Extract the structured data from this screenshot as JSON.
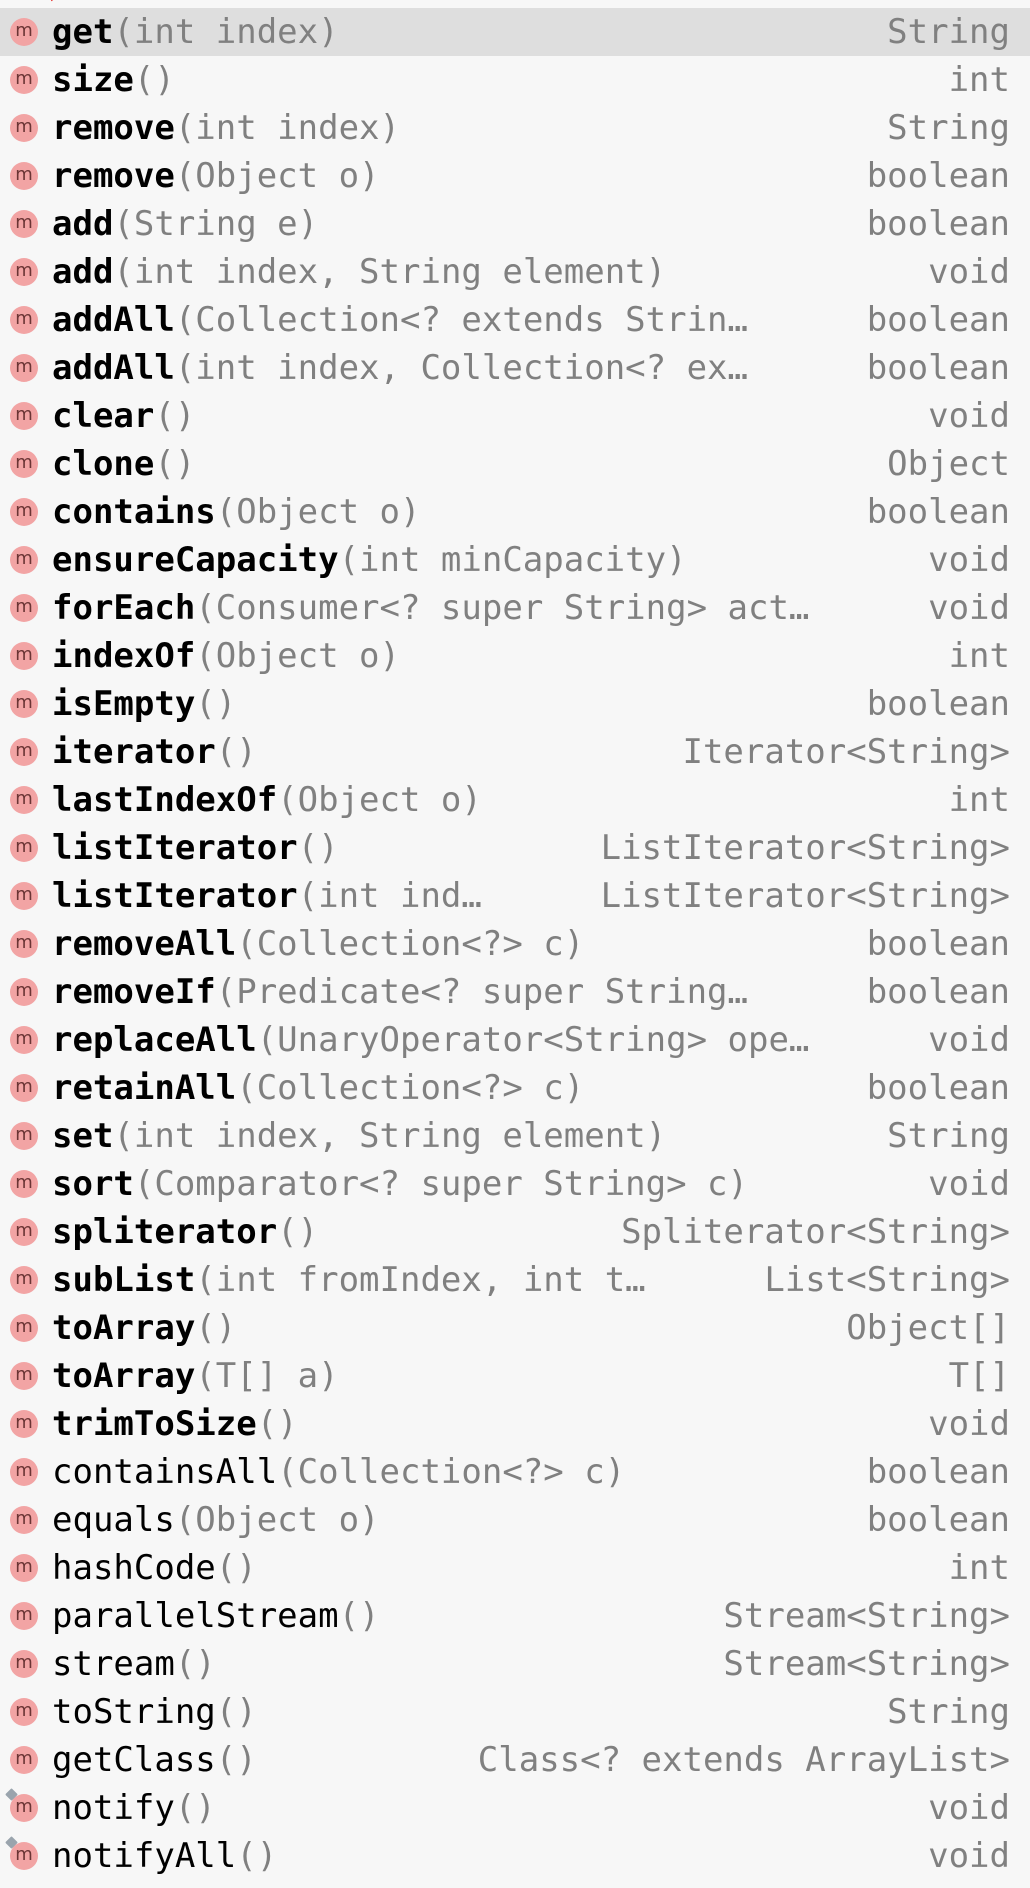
{
  "completion": {
    "items": [
      {
        "name": "get",
        "params": "(int index)",
        "returns": "String",
        "bold": true,
        "selected": true
      },
      {
        "name": "size",
        "params": "()",
        "returns": "int",
        "bold": true
      },
      {
        "name": "remove",
        "params": "(int index)",
        "returns": "String",
        "bold": true
      },
      {
        "name": "remove",
        "params": "(Object o)",
        "returns": "boolean",
        "bold": true
      },
      {
        "name": "add",
        "params": "(String e)",
        "returns": "boolean",
        "bold": true
      },
      {
        "name": "add",
        "params": "(int index, String element)",
        "returns": "void",
        "bold": true
      },
      {
        "name": "addAll",
        "params": "(Collection<? extends Strin…",
        "returns": "boolean",
        "bold": true
      },
      {
        "name": "addAll",
        "params": "(int index, Collection<? ex…",
        "returns": "boolean",
        "bold": true
      },
      {
        "name": "clear",
        "params": "()",
        "returns": "void",
        "bold": true
      },
      {
        "name": "clone",
        "params": "()",
        "returns": "Object",
        "bold": true
      },
      {
        "name": "contains",
        "params": "(Object o)",
        "returns": "boolean",
        "bold": true
      },
      {
        "name": "ensureCapacity",
        "params": "(int minCapacity)",
        "returns": "void",
        "bold": true
      },
      {
        "name": "forEach",
        "params": "(Consumer<? super String> act…",
        "returns": "void",
        "bold": true
      },
      {
        "name": "indexOf",
        "params": "(Object o)",
        "returns": "int",
        "bold": true
      },
      {
        "name": "isEmpty",
        "params": "()",
        "returns": "boolean",
        "bold": true
      },
      {
        "name": "iterator",
        "params": "()",
        "returns": "Iterator<String>",
        "bold": true
      },
      {
        "name": "lastIndexOf",
        "params": "(Object o)",
        "returns": "int",
        "bold": true
      },
      {
        "name": "listIterator",
        "params": "()",
        "returns": "ListIterator<String>",
        "bold": true
      },
      {
        "name": "listIterator",
        "params": "(int ind…",
        "returns": "ListIterator<String>",
        "bold": true
      },
      {
        "name": "removeAll",
        "params": "(Collection<?> c)",
        "returns": "boolean",
        "bold": true
      },
      {
        "name": "removeIf",
        "params": "(Predicate<? super String…",
        "returns": "boolean",
        "bold": true
      },
      {
        "name": "replaceAll",
        "params": "(UnaryOperator<String> ope…",
        "returns": "void",
        "bold": true
      },
      {
        "name": "retainAll",
        "params": "(Collection<?> c)",
        "returns": "boolean",
        "bold": true
      },
      {
        "name": "set",
        "params": "(int index, String element)",
        "returns": "String",
        "bold": true
      },
      {
        "name": "sort",
        "params": "(Comparator<? super String> c)",
        "returns": "void",
        "bold": true
      },
      {
        "name": "spliterator",
        "params": "()",
        "returns": "Spliterator<String>",
        "bold": true
      },
      {
        "name": "subList",
        "params": "(int fromIndex, int t…",
        "returns": "List<String>",
        "bold": true
      },
      {
        "name": "toArray",
        "params": "()",
        "returns": "Object[]",
        "bold": true
      },
      {
        "name": "toArray",
        "params": "(T[] a)",
        "returns": "T[]",
        "bold": true
      },
      {
        "name": "trimToSize",
        "params": "()",
        "returns": "void",
        "bold": true
      },
      {
        "name": "containsAll",
        "params": "(Collection<?> c)",
        "returns": "boolean",
        "bold": false
      },
      {
        "name": "equals",
        "params": "(Object o)",
        "returns": "boolean",
        "bold": false
      },
      {
        "name": "hashCode",
        "params": "()",
        "returns": "int",
        "bold": false
      },
      {
        "name": "parallelStream",
        "params": "()",
        "returns": "Stream<String>",
        "bold": false
      },
      {
        "name": "stream",
        "params": "()",
        "returns": "Stream<String>",
        "bold": false
      },
      {
        "name": "toString",
        "params": "()",
        "returns": "String",
        "bold": false
      },
      {
        "name": "getClass",
        "params": "()",
        "returns": "Class<? extends ArrayList>",
        "bold": false
      },
      {
        "name": "notify",
        "params": "()",
        "returns": "void",
        "bold": false,
        "icon": "method-icon-overlay"
      },
      {
        "name": "notifyAll",
        "params": "()",
        "returns": "void",
        "bold": false,
        "icon": "method-icon-overlay"
      }
    ],
    "icon_letter": "m",
    "colors": {
      "background": "#f7f7f7",
      "selected_row": "#dedede",
      "method_icon": "#f2a4a4",
      "name_text": "#000000",
      "secondary_text": "#808080"
    }
  }
}
